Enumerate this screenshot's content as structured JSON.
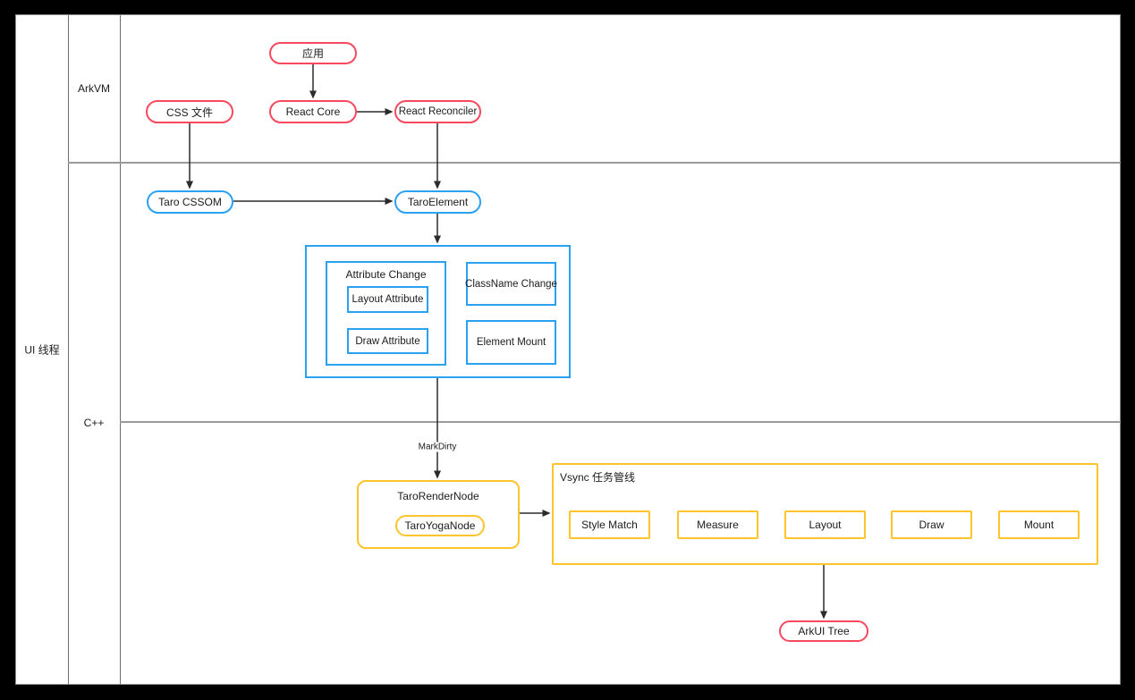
{
  "lanes": {
    "column_label": "UI 线程",
    "rows": [
      {
        "label": "ArkVM"
      },
      {
        "label": "C++"
      }
    ]
  },
  "nodes": {
    "app": "应用",
    "css_file": "CSS 文件",
    "react_core": "React Core",
    "react_reconciler": "React Reconciler",
    "taro_cssom": "Taro CSSOM",
    "taro_element": "TaroElement",
    "attribute_change": "Attribute Change",
    "layout_attribute": "Layout Attribute",
    "draw_attribute": "Draw Attribute",
    "classname_change": "ClassName Change",
    "element_mount": "Element Mount",
    "taro_render_node": "TaroRenderNode",
    "taro_yoga_node": "TaroYogaNode",
    "arkui_tree": "ArkUI Tree"
  },
  "edge_labels": {
    "mark_dirty": "MarkDirty"
  },
  "vsync_group": {
    "title": "Vsync 任务管线",
    "pipeline": [
      "Style Match",
      "Measure",
      "Layout",
      "Draw",
      "Mount"
    ]
  },
  "colors": {
    "pink": "#f8485e",
    "blue": "#2aa1f1",
    "yellow": "#ffc42b",
    "arrow": "#2b2b2b",
    "divider": "#9a9a9a"
  }
}
